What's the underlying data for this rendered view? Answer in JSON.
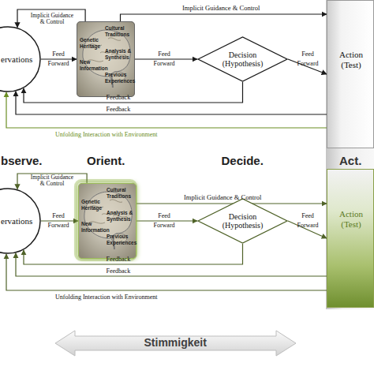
{
  "diagram": {
    "nodes": [
      {
        "text": [
          "ervations"
        ]
      },
      {
        "text": [
          "Genetic Heritage",
          "Cultural Traditions",
          "New Information",
          "Analysis & Synthesis",
          "Previous Experiences"
        ]
      },
      {
        "text": [
          "Decision (Hypothesis)"
        ]
      },
      {
        "text": [
          "Action (Test)"
        ]
      },
      {
        "text": [
          "ervations"
        ]
      },
      {
        "text": [
          "Genetic Heritage",
          "Cultural Traditions",
          "New Information",
          "Analysis & Synthesis",
          "Previous Experiences"
        ]
      },
      {
        "text": [
          "Decision (Hypothesis)"
        ]
      },
      {
        "text": [
          "Action (Test)"
        ]
      }
    ],
    "edges": [
      {
        "from": 0,
        "to": 1,
        "label": "Feed Forward",
        "arrow": "to"
      },
      {
        "from": 1,
        "to": 2,
        "label": "Feed Forward",
        "arrow": "to"
      },
      {
        "from": 2,
        "to": 3,
        "label": "Feed Forward",
        "arrow": "to"
      },
      {
        "from": 1,
        "to": 3,
        "label": "Implicit Guidance & Control",
        "arrow": "to"
      },
      {
        "from": 1,
        "to": 0,
        "label": "Implicit Guidance & Control",
        "arrow": "to"
      },
      {
        "from": 2,
        "to": 0,
        "label": "Feedback",
        "arrow": "to"
      },
      {
        "from": 3,
        "to": 0,
        "label": "Feedback",
        "arrow": "to"
      },
      {
        "from": 3,
        "to": 0,
        "label": "Unfolding Interaction with Environment",
        "arrow": "to"
      },
      {
        "from": 4,
        "to": 5,
        "label": "Feed Forward",
        "arrow": "to"
      },
      {
        "from": 5,
        "to": 6,
        "label": "Feed Forward",
        "arrow": "to"
      },
      {
        "from": 6,
        "to": 7,
        "label": "Feed Forward",
        "arrow": "to"
      },
      {
        "from": 5,
        "to": 7,
        "label": "Implicit Guidance & Control",
        "arrow": "to"
      },
      {
        "from": 5,
        "to": 4,
        "label": "Implicit Guidance & Control",
        "arrow": "to"
      },
      {
        "from": 6,
        "to": 4,
        "label": "Feedback",
        "arrow": "to"
      },
      {
        "from": 7,
        "to": 4,
        "label": "Feedback",
        "arrow": "to"
      },
      {
        "from": 7,
        "to": 4,
        "label": "Unfolding Interaction with Environment",
        "arrow": "to"
      }
    ],
    "labels": [
      "bserve.",
      "Orient.",
      "Decide.",
      "Act.",
      "Stimmigkeit"
    ]
  }
}
